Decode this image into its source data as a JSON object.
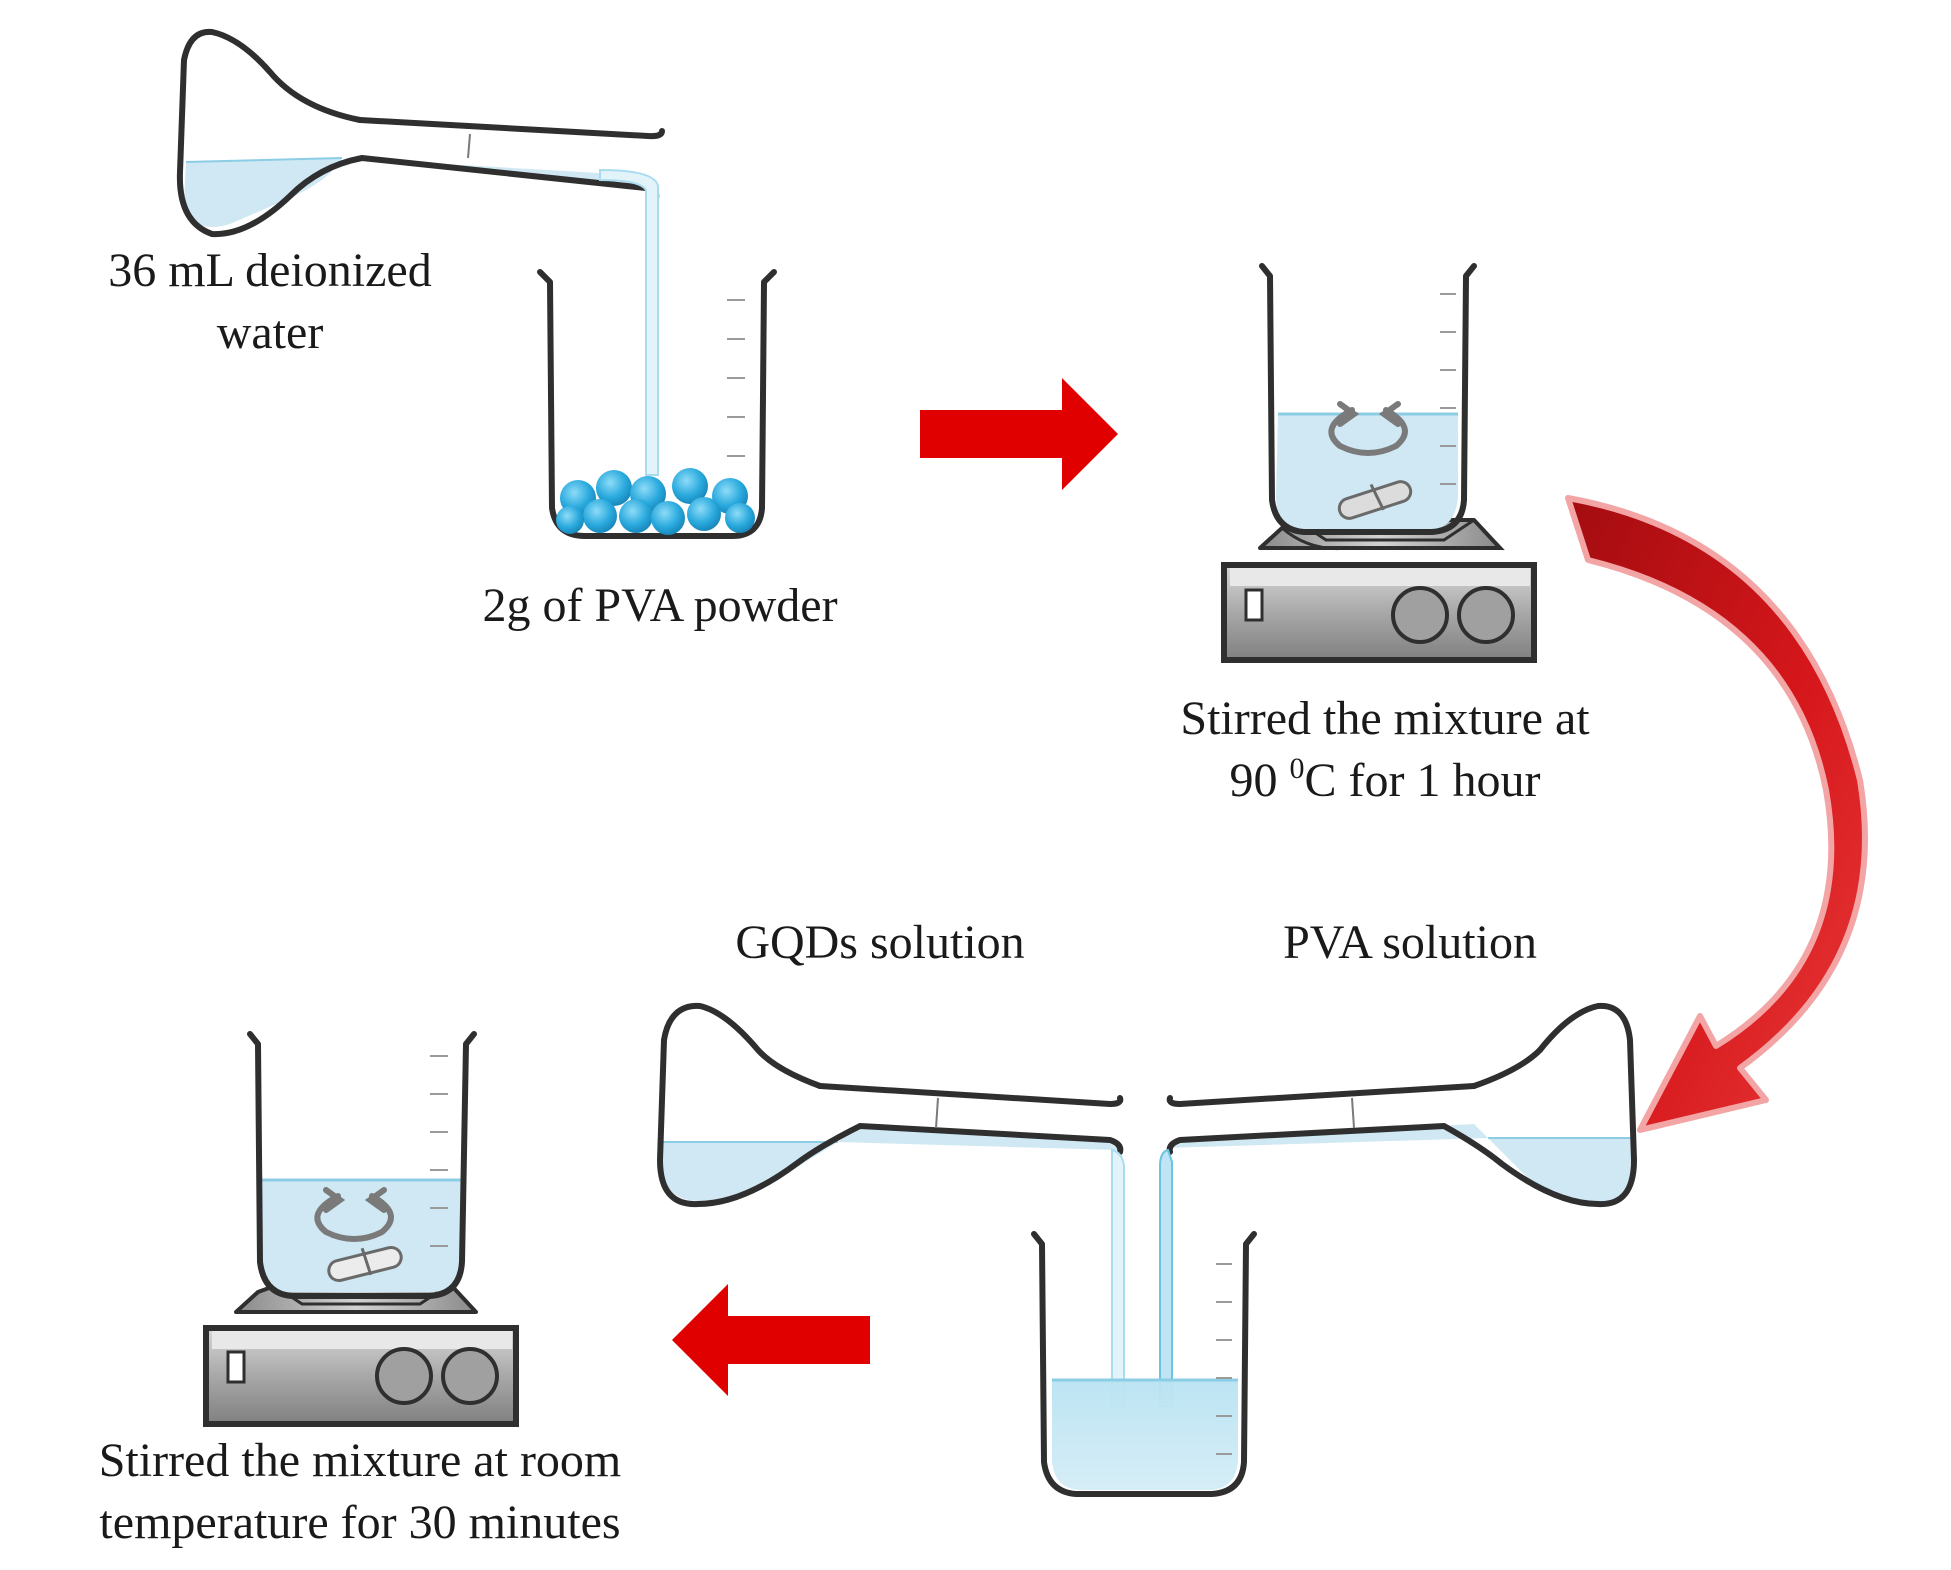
{
  "labels": {
    "water": {
      "line1": "36 mL deionized",
      "line2": "water"
    },
    "pva_powder": "2g of PVA powder",
    "stir_hot": {
      "line1": "Stirred the mixture at",
      "line2_a": "90 ",
      "line2_sup": "0",
      "line2_b": "C for 1 hour"
    },
    "gqds_solution": "GQDs solution",
    "pva_solution": "PVA solution",
    "stir_room": {
      "line1": "Stirred the mixture at room",
      "line2": "temperature for 30 minutes"
    }
  },
  "colors": {
    "liquid": "#cfe8f3",
    "liquid_line": "#8ccde6",
    "outline": "#2f2f2f",
    "arrow_red": "#e00000",
    "curved_arrow": "#c0181b",
    "pva_bead": "#29a9dd",
    "stirrer_body": "#9a9a9a"
  },
  "icons": {
    "pouring_flask": "volumetric-flask-icon",
    "beaker": "beaker-icon",
    "stirrer": "magnetic-stirrer-icon",
    "stir_bar": "stir-bar-icon",
    "stirring": "rotation-arrows-icon"
  }
}
